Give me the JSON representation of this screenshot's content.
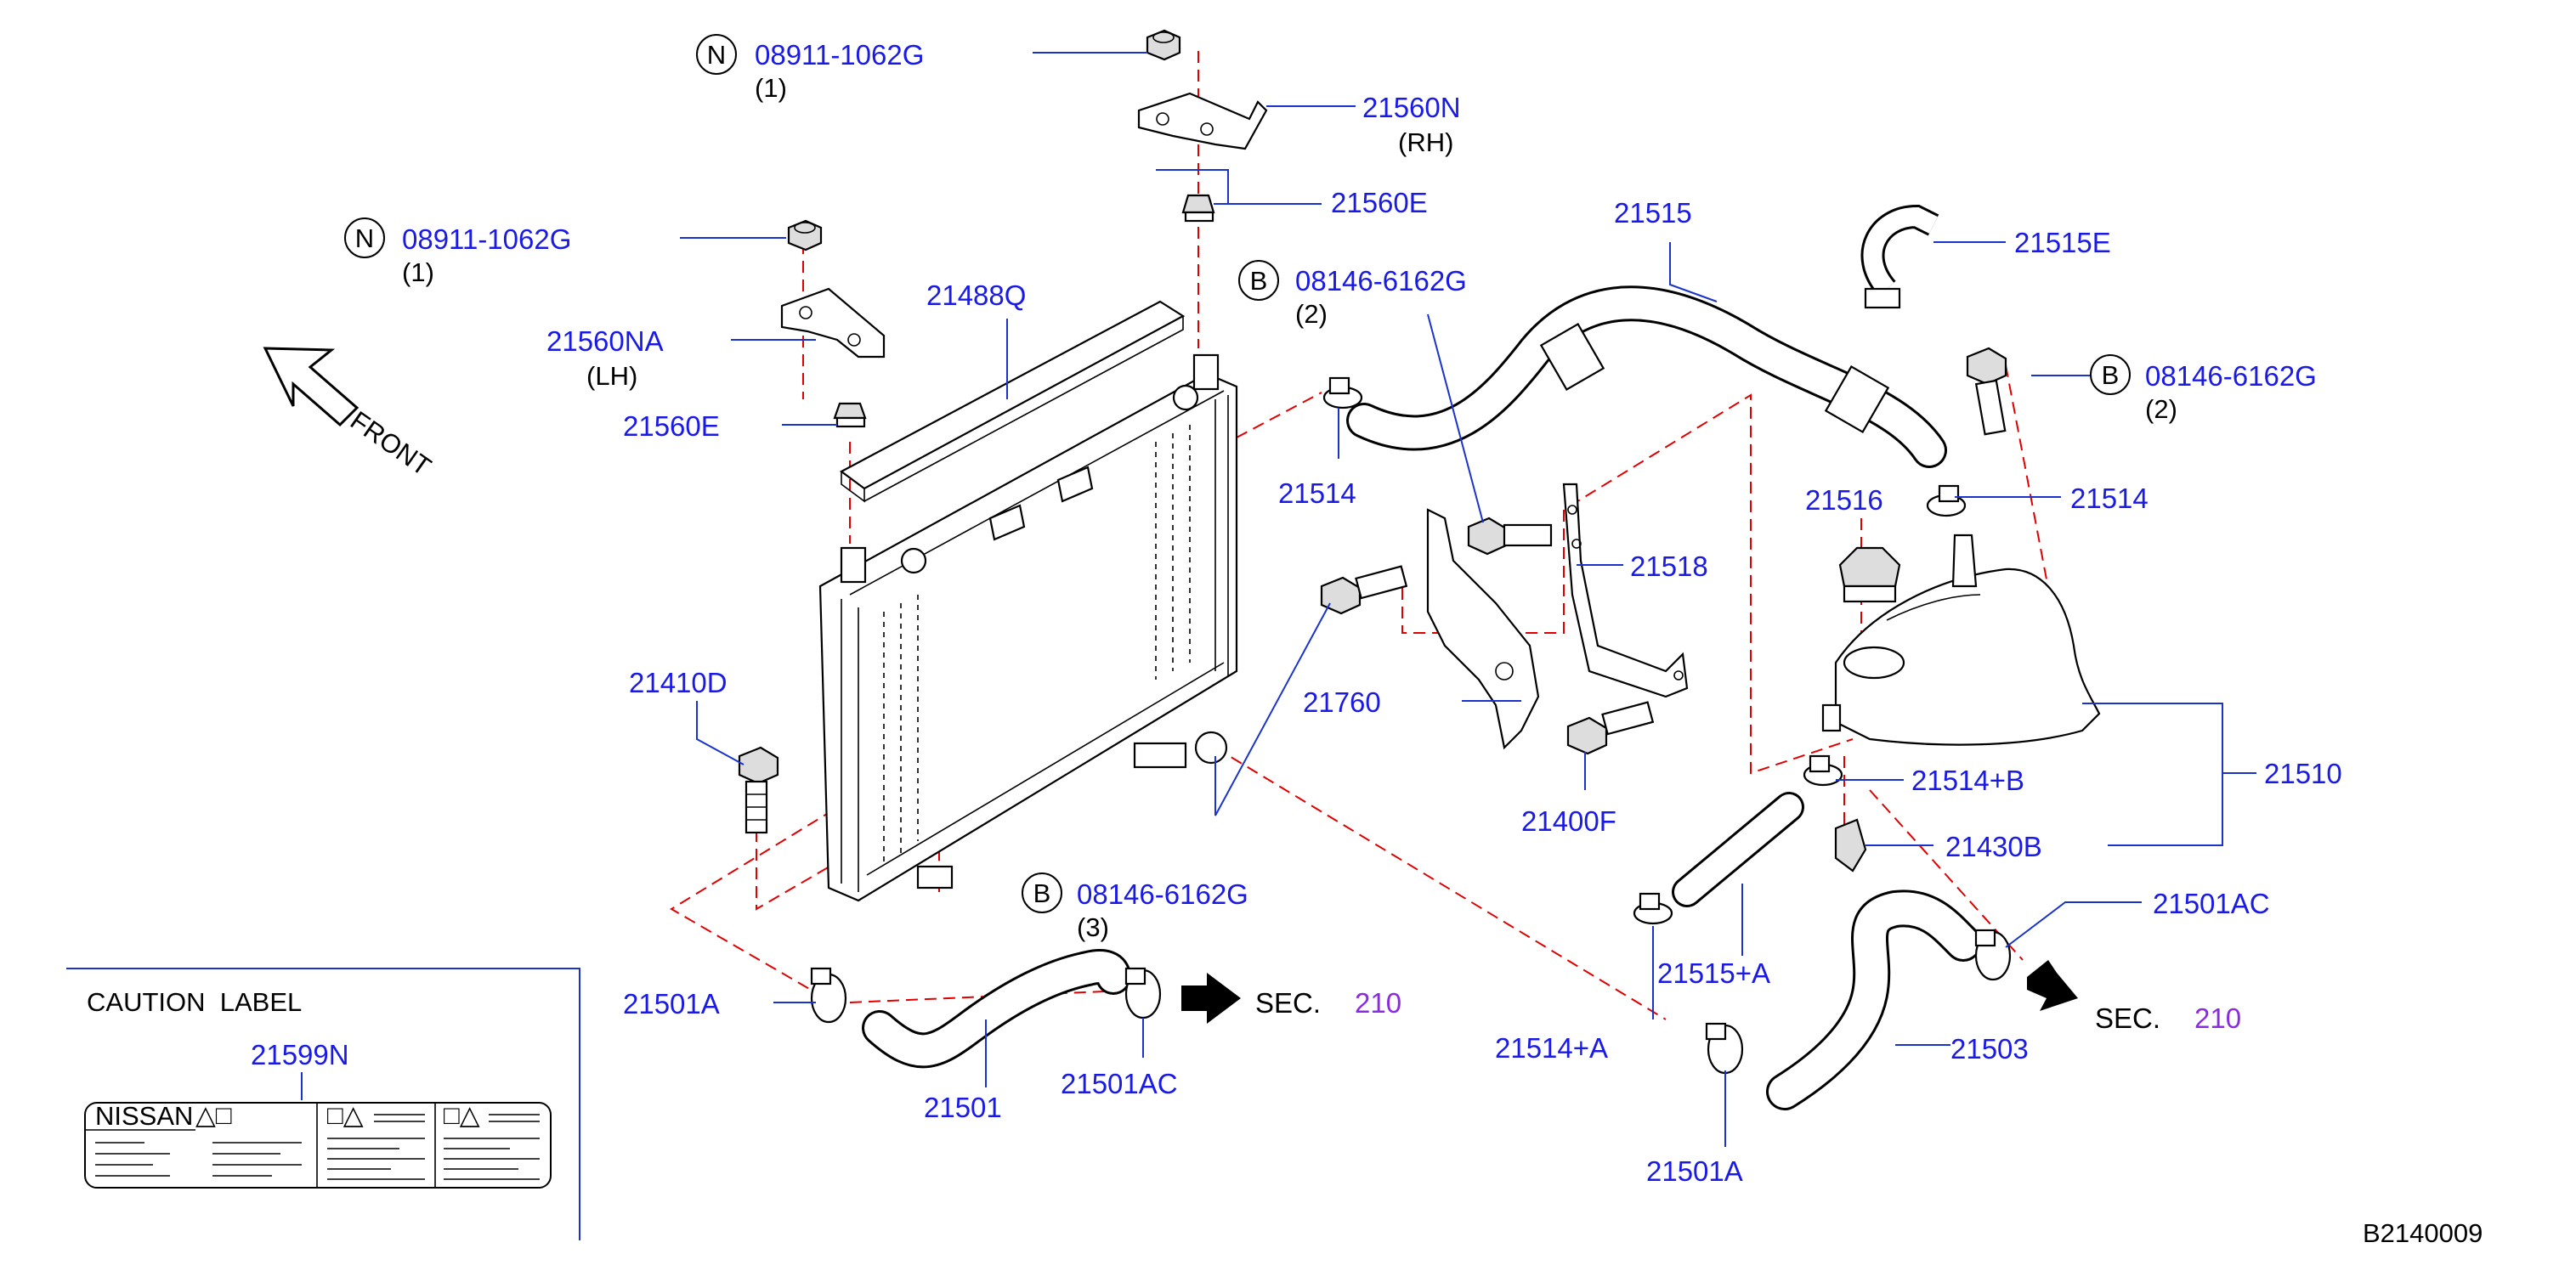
{
  "parts": {
    "p_n1": "08911-1062G",
    "p_n1_qty": "(1)",
    "p_21560N": "21560N",
    "p_rh": "(RH)",
    "p_21560E_top": "21560E",
    "p_n2": "08911-1062G",
    "p_n2_qty": "(1)",
    "p_21560NA": "21560NA",
    "p_lh": "(LH)",
    "p_21560E_left": "21560E",
    "p_21488Q": "21488Q",
    "p_21410D": "21410D",
    "p_21515": "21515",
    "p_21515E": "21515E",
    "p_b1": "08146-6162G",
    "p_b1_qty": "(2)",
    "p_b2": "08146-6162G",
    "p_b2_qty": "(2)",
    "p_21514_left": "21514",
    "p_21514_right": "21514",
    "p_21516": "21516",
    "p_21518": "21518",
    "p_21760": "21760",
    "p_21400F": "21400F",
    "p_21510": "21510",
    "p_21514B": "21514+B",
    "p_21430B": "21430B",
    "p_b3": "08146-6162G",
    "p_b3_qty": "(3)",
    "p_21501AC_right": "21501AC",
    "p_21515A": "21515+A",
    "p_21514A": "21514+A",
    "p_21503": "21503",
    "p_21501A_left": "21501A",
    "p_21501": "21501",
    "p_21501AC_left": "21501AC",
    "p_21501A_bottom": "21501A",
    "p_21599N": "21599N"
  },
  "markers": {
    "n": "N",
    "b": "B"
  },
  "front": "FRONT",
  "sec_left": {
    "label": "SEC.",
    "num": "210"
  },
  "sec_right": {
    "label": "SEC.",
    "num": "210"
  },
  "caution": {
    "title": "CAUTION  LABEL",
    "brand": "NISSAN",
    "symbols": "△□",
    "symbols2": "□△"
  },
  "diagram_id": "B2140009",
  "colors": {
    "part_number": "#1a1ae6",
    "section_ref": "#8a2be2",
    "leader": "#1a33cc",
    "dashed": "#e00000"
  }
}
